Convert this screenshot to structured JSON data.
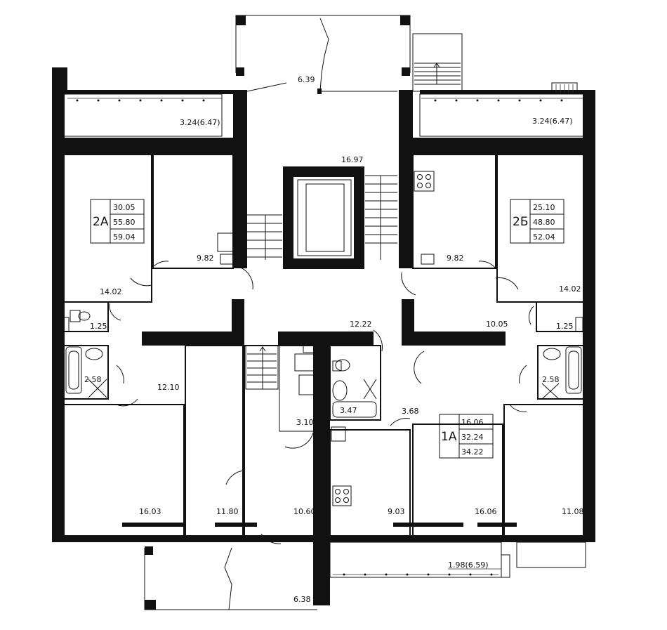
{
  "rooms": {
    "balcony_tl": "3.24(6.47)",
    "balcony_tr": "3.24(6.47)",
    "porch_top": "6.39",
    "stair_hall": "16.97",
    "kitchen_2a": "9.82",
    "kitchen_2b": "9.82",
    "hall_2a": "14.02",
    "hall_2b": "14.02",
    "wc_2a": "1.25",
    "wc_2b": "1.25",
    "bath_2a": "2.58",
    "bath_2b": "2.58",
    "corridor_2a": "12.10",
    "lobby": "12.22",
    "corridor_2b": "10.05",
    "bath_1a": "3.47",
    "hall_1a": "3.68",
    "room_1a": "16.06",
    "kitchen_mid": "3.10",
    "room_bl": "16.03",
    "room_b2": "11.80",
    "room_b3": "10.60",
    "room_b4": "9.03",
    "room_br": "11.08",
    "balcony_bottom": "1.98(6.59)",
    "porch_bottom": "6.38"
  },
  "apartments": [
    {
      "name": "2А",
      "living": "30.05",
      "total": "55.80",
      "with_balcony": "59.04"
    },
    {
      "name": "2Б",
      "living": "25.10",
      "total": "48.80",
      "with_balcony": "52.04"
    },
    {
      "name": "1А",
      "living": "16.06",
      "total": "32.24",
      "with_balcony": "34.22"
    }
  ],
  "colors": {
    "line": "#111111",
    "background": "#ffffff"
  }
}
